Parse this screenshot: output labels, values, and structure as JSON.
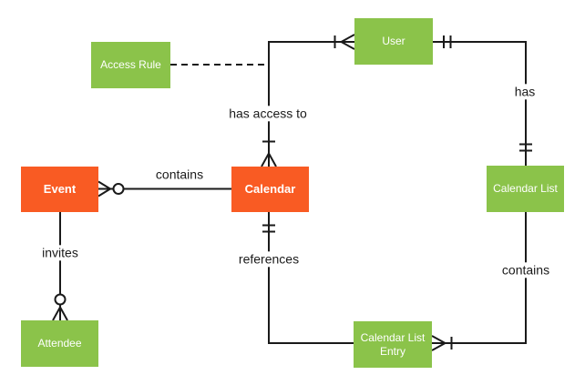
{
  "diagram": {
    "type": "entity-relationship",
    "background": "#ffffff",
    "colors": {
      "entity_green": "#8bc34a",
      "entity_orange": "#f95b23",
      "entity_text": "#ffffff",
      "line": "#1a1a1a",
      "label_text": "#1a1a1a"
    },
    "entities": [
      {
        "id": "access-rule",
        "label": "Access Rule",
        "color": "green"
      },
      {
        "id": "user",
        "label": "User",
        "color": "green"
      },
      {
        "id": "event",
        "label": "Event",
        "color": "orange"
      },
      {
        "id": "calendar",
        "label": "Calendar",
        "color": "orange"
      },
      {
        "id": "calendar-list",
        "label": "Calendar List",
        "color": "green"
      },
      {
        "id": "attendee",
        "label": "Attendee",
        "color": "green"
      },
      {
        "id": "calendar-list-entry",
        "label": "Calendar List Entry",
        "color": "green"
      }
    ],
    "relationships": [
      {
        "label": "contains",
        "from": "Calendar",
        "to": "Event",
        "to_end": "zero-or-many",
        "style": "solid"
      },
      {
        "label": "invites",
        "from": "Event",
        "to": "Attendee",
        "to_end": "zero-or-many",
        "style": "solid"
      },
      {
        "label": "has access to",
        "from": "Calendar",
        "to": "User",
        "from_end": "one-or-many",
        "to_end": "one-or-many",
        "style": "solid"
      },
      {
        "label": "has",
        "from": "User",
        "to": "Calendar List",
        "from_end": "exactly-one",
        "to_end": "exactly-one",
        "style": "solid"
      },
      {
        "label": "contains",
        "from": "Calendar List",
        "to": "Calendar List Entry",
        "to_end": "one-or-many",
        "style": "solid"
      },
      {
        "label": "references",
        "from": "Calendar",
        "to": "Calendar List Entry",
        "from_end": "exactly-one",
        "style": "solid"
      },
      {
        "label": "",
        "from": "Access Rule",
        "to": "Calendar–User relationship",
        "style": "dashed"
      }
    ]
  }
}
